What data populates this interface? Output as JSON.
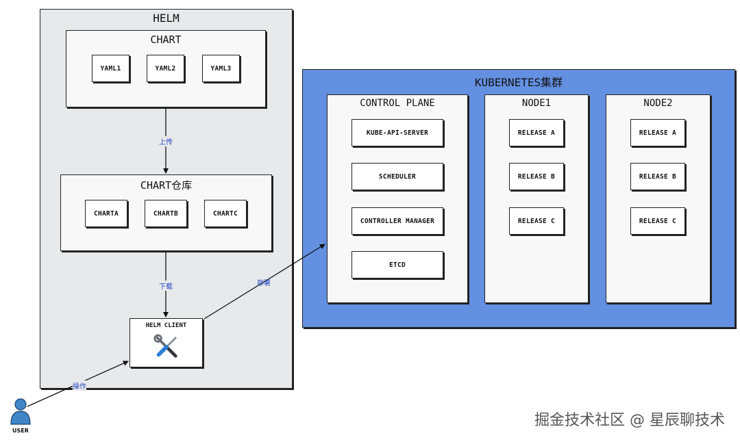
{
  "helm": {
    "title": "HELM",
    "chart": {
      "title": "CHART",
      "items": [
        "YAML1",
        "YAML2",
        "YAML3"
      ]
    },
    "repo": {
      "title": "CHART仓库",
      "items": [
        "CHARTA",
        "CHARTB",
        "CHARTC"
      ]
    },
    "client": {
      "title": "HELM CLIENT",
      "icon": "tools-icon"
    }
  },
  "kubernetes": {
    "title": "KUBERNETES集群",
    "control_plane": {
      "title": "CONTROL PLANE",
      "items": [
        "KUBE-API-SERVER",
        "SCHEDULER",
        "CONTROLLER MANAGER",
        "ETCD"
      ]
    },
    "node1": {
      "title": "NODE1",
      "items": [
        "RELEASE A",
        "RELEASE B",
        "RELEASE C"
      ]
    },
    "node2": {
      "title": "NODE2",
      "items": [
        "RELEASE A",
        "RELEASE B",
        "RELEASE C"
      ]
    }
  },
  "edges": {
    "upload": "上传",
    "download": "下载",
    "deploy": "部署",
    "operate": "操作"
  },
  "user": {
    "label": "USER",
    "icon": "user-icon"
  },
  "watermark": "掘金技术社区 @ 星辰聊技术",
  "colors": {
    "helm_bg": "#e8e9eb",
    "k8s_bg": "#6490e2",
    "edge_label": "#2148c6",
    "user_icon": "#3f86c8"
  }
}
